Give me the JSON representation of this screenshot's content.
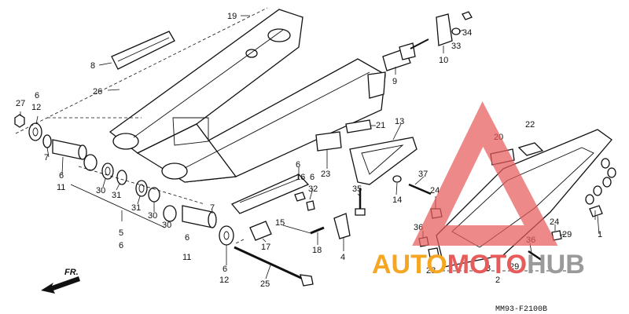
{
  "diagram": {
    "part_labels": [
      "19",
      "8",
      "26",
      "27",
      "6",
      "12",
      "7",
      "6",
      "11",
      "30",
      "31",
      "31",
      "30",
      "30",
      "5",
      "6",
      "7",
      "6",
      "11",
      "6",
      "12",
      "25",
      "9",
      "10",
      "33",
      "34",
      "21",
      "13",
      "23",
      "6",
      "16",
      "6",
      "32",
      "35",
      "15",
      "17",
      "18",
      "4",
      "37",
      "14",
      "24",
      "36",
      "36",
      "24",
      "29",
      "28",
      "3",
      "29",
      "2",
      "20",
      "22",
      "1",
      "6"
    ],
    "direction_label": "FR.",
    "diagram_code": "MM93-F2100B"
  },
  "watermark": {
    "brand_left": "AUTO",
    "brand_mid": "MOTO",
    "brand_right": "HUB",
    "color_orange": "#f5a623",
    "color_red": "#e85b5b",
    "color_gray": "#9a9a9a"
  }
}
